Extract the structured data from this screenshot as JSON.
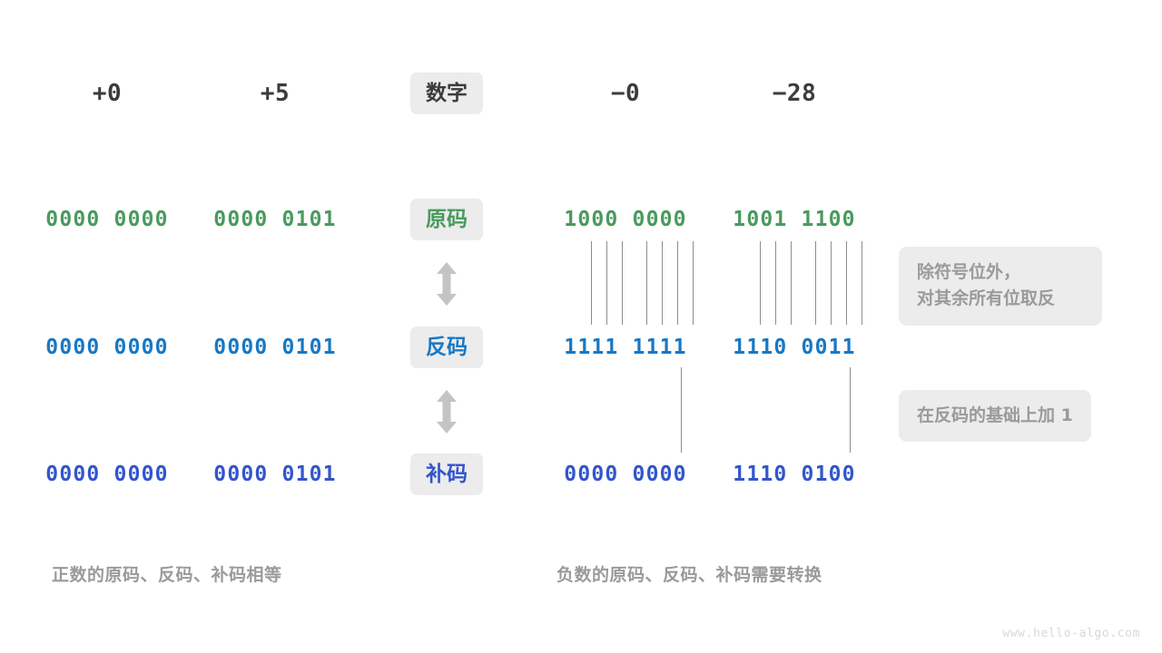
{
  "figure": {
    "watermark": "www.hello-algo.com",
    "colors": {
      "sign_magnitude": "#4a9a5e",
      "ones_complement": "#1878c4",
      "twos_complement": "#3355cc",
      "chip_bg": "#ececec",
      "muted_text": "#9a9a9a",
      "header_text": "#3c3c3c",
      "connector": "#8d8d8d",
      "arrow": "#c4c4c4",
      "background": "#ffffff"
    }
  },
  "row_labels": {
    "header": "数字",
    "sign_magnitude": "原码",
    "ones_complement": "反码",
    "twos_complement": "补码"
  },
  "columns": [
    {
      "header": "+0",
      "sign_magnitude": "0000 0000",
      "ones_complement": "0000 0000",
      "twos_complement": "0000 0000"
    },
    {
      "header": "+5",
      "sign_magnitude": "0000 0101",
      "ones_complement": "0000 0101",
      "twos_complement": "0000 0101"
    },
    {
      "header": "−0",
      "sign_magnitude": "1000 0000",
      "ones_complement": "1111 1111",
      "twos_complement": "0000 0000"
    },
    {
      "header": "−28",
      "sign_magnitude": "1001 1100",
      "ones_complement": "1110 0011",
      "twos_complement": "1110 0100"
    }
  ],
  "notes": [
    {
      "text": "除符号位外，\n对其余所有位取反"
    },
    {
      "text": "在反码的基础上加 1"
    }
  ],
  "captions": [
    {
      "text": "正数的原码、反码、补码相等"
    },
    {
      "text": "负数的原码、反码、补码需要转换"
    }
  ],
  "icons": {
    "arrow_up_down": "up-down-arrow"
  }
}
